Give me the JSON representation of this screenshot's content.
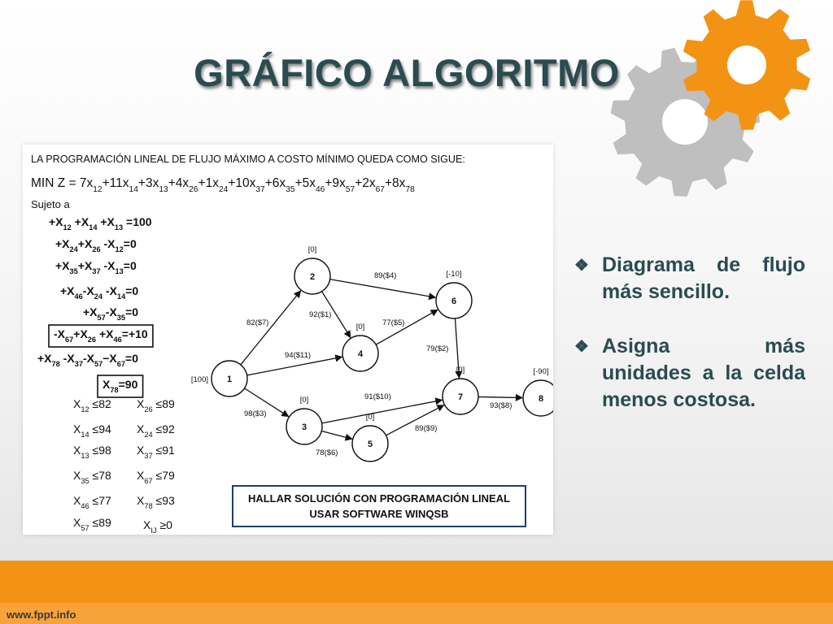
{
  "slide": {
    "title": "GRÁFICO ALGORITMO",
    "footer_url": "www.fppt.info"
  },
  "colors": {
    "title": "#2b4b50",
    "accent_orange": "#f39314",
    "gear_gray": "#bfbfbf"
  },
  "icons": [
    "gear-icon",
    "diamond-bullet-icon"
  ],
  "bullets": [
    {
      "icon": "❖",
      "text": "Diagrama de flujo más sencillo."
    },
    {
      "icon": "❖",
      "text": "Asigna más unidades a la celda menos costosa."
    }
  ],
  "model": {
    "heading": "LA PROGRAMACIÓN LINEAL DE FLUJO MÁXIMO A COSTO MÍNIMO QUEDA COMO SIGUE:",
    "objective": {
      "prefix": "MIN Z = ",
      "terms": [
        {
          "sign": "",
          "coef": "7",
          "sub": "12"
        },
        {
          "sign": "+",
          "coef": "11",
          "sub": "14"
        },
        {
          "sign": "+",
          "coef": "3",
          "sub": "13"
        },
        {
          "sign": "+",
          "coef": "4",
          "sub": "26"
        },
        {
          "sign": "+",
          "coef": "1",
          "sub": "24"
        },
        {
          "sign": "+",
          "coef": "10",
          "sub": "37"
        },
        {
          "sign": "+",
          "coef": "6",
          "sub": "35"
        },
        {
          "sign": "+",
          "coef": "5",
          "sub": "46"
        },
        {
          "sign": "+",
          "coef": "9",
          "sub": "57"
        },
        {
          "sign": "+",
          "coef": "2",
          "sub": "67"
        },
        {
          "sign": "+",
          "coef": "8",
          "sub": "78"
        }
      ]
    },
    "subject_to": "Sujeto a",
    "constraints": [
      {
        "parts": [
          [
            "+X",
            "12"
          ],
          [
            " +X",
            "14"
          ],
          [
            " +X",
            "13"
          ],
          [
            " =100",
            ""
          ]
        ],
        "boxed": false
      },
      {
        "parts": [
          [
            "+X",
            "24"
          ],
          [
            "+X",
            "26"
          ],
          [
            " -X",
            "12"
          ],
          [
            "=0",
            ""
          ]
        ],
        "boxed": false
      },
      {
        "parts": [
          [
            "+X",
            "35"
          ],
          [
            "+X",
            "37"
          ],
          [
            " -X",
            "13"
          ],
          [
            "=0",
            ""
          ]
        ],
        "boxed": false
      },
      {
        "parts": [
          [
            "+X",
            "46"
          ],
          [
            "-X",
            "24"
          ],
          [
            " -X",
            "14"
          ],
          [
            "=0",
            ""
          ]
        ],
        "boxed": false
      },
      {
        "parts": [
          [
            "+X",
            "57"
          ],
          [
            "-X",
            "35"
          ],
          [
            "=0",
            ""
          ]
        ],
        "boxed": false
      },
      {
        "parts": [
          [
            "-X",
            "67"
          ],
          [
            "+X",
            "26"
          ],
          [
            " +X",
            "46"
          ],
          [
            "=+10",
            ""
          ]
        ],
        "boxed": true
      },
      {
        "parts": [
          [
            "+X",
            "78"
          ],
          [
            " -X",
            "37"
          ],
          [
            "-X",
            "57"
          ],
          [
            "−X",
            "67"
          ],
          [
            "=0",
            ""
          ]
        ],
        "boxed": false
      },
      {
        "parts": [
          [
            "X",
            "78"
          ],
          [
            "=90",
            ""
          ]
        ],
        "boxed": true
      }
    ],
    "bounds_left": [
      {
        "var": "X",
        "sub": "12",
        "rel": " ≤82"
      },
      {
        "var": "X",
        "sub": "14",
        "rel": " ≤94"
      },
      {
        "var": "X",
        "sub": "13",
        "rel": " ≤98"
      },
      {
        "var": "X",
        "sub": "35",
        "rel": " ≤78"
      },
      {
        "var": "X",
        "sub": "46",
        "rel": " ≤77"
      },
      {
        "var": "X",
        "sub": "57",
        "rel": " ≤89"
      }
    ],
    "bounds_right": [
      {
        "var": "X",
        "sub": "26",
        "rel": " ≤89"
      },
      {
        "var": "X",
        "sub": "24",
        "rel": " ≤92"
      },
      {
        "var": "X",
        "sub": "37",
        "rel": " ≤91"
      },
      {
        "var": "X",
        "sub": "67",
        "rel": " ≤79"
      },
      {
        "var": "X",
        "sub": "78",
        "rel": " ≤93"
      },
      {
        "var": "X",
        "sub": "IJ",
        "rel": " ≥0"
      }
    ]
  },
  "network": {
    "nodes": [
      {
        "id": "1",
        "supply": "[100]"
      },
      {
        "id": "2",
        "supply": "[0]"
      },
      {
        "id": "3",
        "supply": "[0]"
      },
      {
        "id": "4",
        "supply": "[0]"
      },
      {
        "id": "5",
        "supply": "[0]"
      },
      {
        "id": "6",
        "supply": "[-10]"
      },
      {
        "id": "7",
        "supply": "[0]"
      },
      {
        "id": "8",
        "supply": "[-90]"
      }
    ],
    "edges": [
      {
        "from": "1",
        "to": "2",
        "label": "82($7)"
      },
      {
        "from": "1",
        "to": "4",
        "label": "94($11)"
      },
      {
        "from": "1",
        "to": "3",
        "label": "98($3)"
      },
      {
        "from": "2",
        "to": "6",
        "label": "89($4)"
      },
      {
        "from": "2",
        "to": "4",
        "label": "92($1)"
      },
      {
        "from": "4",
        "to": "6",
        "label": "77($5)"
      },
      {
        "from": "6",
        "to": "7",
        "label": "79($2)"
      },
      {
        "from": "3",
        "to": "7",
        "label": "91($10)"
      },
      {
        "from": "3",
        "to": "5",
        "label": "78($6)"
      },
      {
        "from": "5",
        "to": "7",
        "label": "89($9)"
      },
      {
        "from": "7",
        "to": "8",
        "label": "93($8)"
      }
    ],
    "note_lines": [
      "HALLAR SOLUCIÓN CON PROGRAMACIÓN LINEAL",
      "USAR SOFTWARE WINQSB"
    ]
  }
}
